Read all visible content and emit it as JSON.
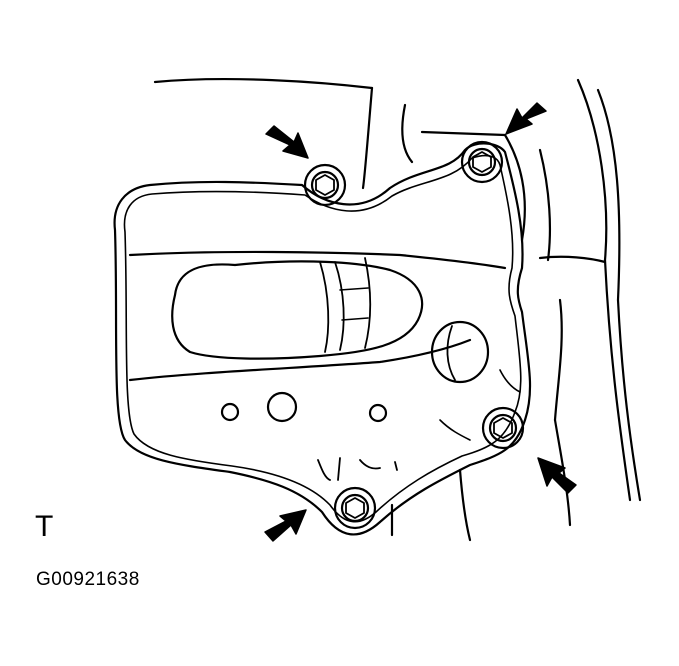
{
  "figure": {
    "view_code": "T",
    "figure_id": "G00921638"
  },
  "colors": {
    "line": "#000000",
    "background": "#ffffff"
  },
  "components": {
    "bolt_count": 4,
    "arrow_count": 4
  }
}
